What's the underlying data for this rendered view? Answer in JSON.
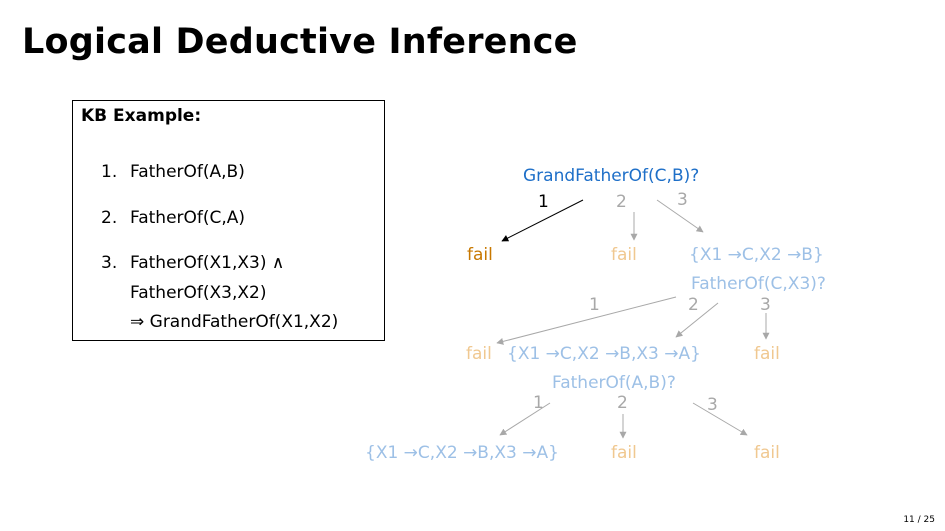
{
  "title": "Logical Deductive Inference",
  "kb": {
    "heading": "KB Example:",
    "items": [
      {
        "num": "1.",
        "lines": [
          "FatherOf(A,B)"
        ]
      },
      {
        "num": "2.",
        "lines": [
          "FatherOf(C,A)"
        ]
      },
      {
        "num": "3.",
        "lines": [
          "FatherOf(X1,X3) ∧",
          "FatherOf(X3,X2)",
          "⇒ GrandFatherOf(X1,X2)"
        ]
      }
    ]
  },
  "tree": {
    "root": "GrandFatherOf(C,B)?",
    "root_branches": [
      "1",
      "2",
      "3"
    ],
    "level1": {
      "fail1": "fail",
      "fail2": "fail",
      "subst": "{X1 →C,X2 →B}",
      "goal": "FatherOf(C,X3)?"
    },
    "level1_branches": [
      "1",
      "2",
      "3"
    ],
    "level2": {
      "fail1": "fail",
      "subst": "{X1 →C,X2 →B,X3 →A}",
      "goal": "FatherOf(A,B)?",
      "fail2": "fail"
    },
    "level2_branches": [
      "1",
      "2",
      "3"
    ],
    "level3": {
      "subst": "{X1 →C,X2 →B,X3 →A}",
      "fail1": "fail",
      "fail2": "fail"
    }
  },
  "colors": {
    "root": "#1e6fc8",
    "fail_active": "#c87800",
    "faded_gray": "#a8a8a8",
    "faded_blue": "#9dc0e6",
    "faded_orange": "#f0c890",
    "light_blue": "#7aaee0"
  },
  "page_number": "11 / 25"
}
